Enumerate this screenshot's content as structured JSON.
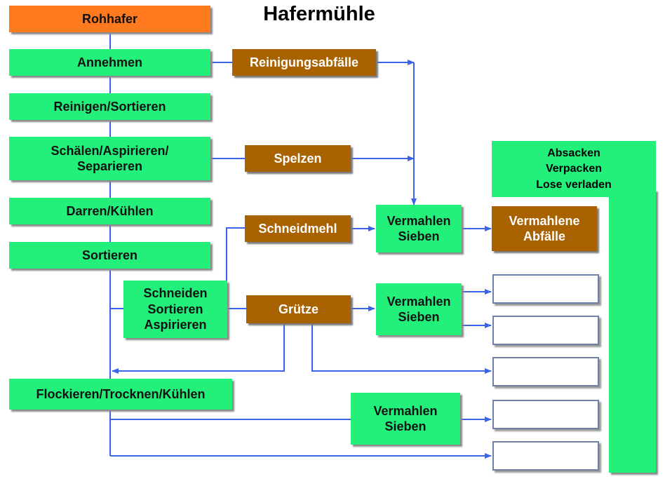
{
  "title": "Hafermühle",
  "colors": {
    "green": "#22f07a",
    "orange": "#ff7a1e",
    "brown": "#a96200",
    "arrow": "#3b63e8"
  },
  "process": {
    "rohhafer": "Rohhafer",
    "annehmen": "Annehmen",
    "reinigen": "Reinigen/Sortieren",
    "schaelen": "Schälen/Aspirieren/\nSeparieren",
    "darren": "Darren/Kühlen",
    "sortieren": "Sortieren",
    "schneiden": "Schneiden\nSortieren\nAspirieren",
    "flockieren": "Flockieren/Trocknen/Kühlen",
    "vermahlen_1": "Vermahlen\nSieben",
    "vermahlen_2": "Vermahlen\nSieben",
    "vermahlen_3": "Vermahlen\nSieben",
    "absacken": "Absacken\nVerpacken\nLose verladen"
  },
  "byproducts": {
    "reinigungsabfaelle": "Reinigungsabfälle",
    "spelzen": "Spelzen",
    "schneidmehl": "Schneidmehl",
    "gruetze": "Grütze",
    "vermahlene_abfaelle": "Vermahlene\nAbfälle"
  }
}
